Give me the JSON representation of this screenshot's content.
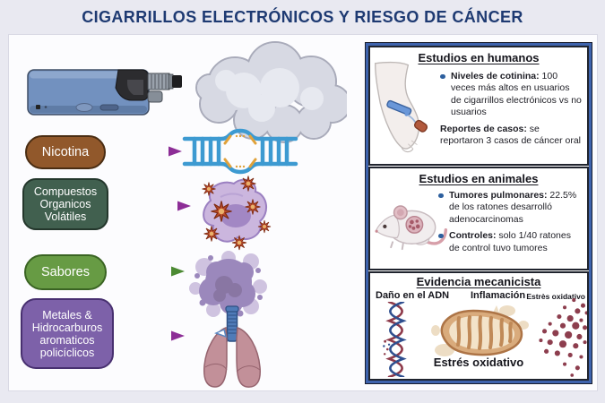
{
  "title": "CIGARRILLOS ELECTRÓNICOS Y RIESGO DE CÁNCER",
  "colors": {
    "background": "#e9e9f1",
    "title_text": "#1e3a72",
    "panel_border_blue": "#3e63ad",
    "bullet_dot_blue": "#2d5f9e",
    "arrow_purple": "#93389b",
    "arrow_green": "#55923e",
    "nicotine_box": "#91582b",
    "voc_box": "#41604f",
    "flavors_box": "#679b44",
    "metals_box": "#7d61a9",
    "oxidative_dots": "#8d3e4e"
  },
  "exposure_labels": [
    {
      "label": "Nicotina",
      "box_color": "#91582b"
    },
    {
      "label": "Compuestos Organicos Volátiles",
      "box_color": "#41604f"
    },
    {
      "label": "Sabores",
      "box_color": "#679b44"
    },
    {
      "label": "Metales & Hidrocarburos aromaticos policíclicos",
      "box_color": "#7d61a9"
    }
  ],
  "human_studies": {
    "heading": "Estudios en humanos",
    "bullets": [
      {
        "bold": "Niveles de cotinina:",
        "rest": " 100 veces más altos en usuarios de cigarrillos electrónicos vs no usuarios"
      },
      {
        "bold": "Reportes de casos:",
        "rest": " se reportaron 3 casos de cáncer oral"
      }
    ]
  },
  "animal_studies": {
    "heading": "Estudios en animales",
    "bullets": [
      {
        "bold": "Tumores pulmonares:",
        "rest": " 22.5% de los ratones desarrolló adenocarcinomas"
      },
      {
        "bold": "Controles:",
        "rest": " solo 1/40 ratones de control tuvo tumores"
      }
    ]
  },
  "mechanistic_evidence": {
    "heading": "Evidencia mecanicista",
    "dna_label": "Daño en el ADN",
    "inflammation_label": "Inflamación",
    "oxidative_label_small": "Estrès oxidativo",
    "oxidative_label": "Estrés oxidativo"
  },
  "illustrations": {
    "device": "e-cigarette-box-mod",
    "cloud": "vapor-cloud",
    "dna_horizontal": "damaged-dna-strand",
    "cell": "cell-with-virus-particles",
    "particles": "purple-particle-cluster",
    "lungs": "lungs",
    "arm": "arm-blood-draw",
    "mouse": "lab-mouse-with-tumor",
    "dna_vertical": "dna-helix-damage",
    "mitochondria": "mitochondria",
    "red_dots": "oxidative-stress-dots"
  }
}
